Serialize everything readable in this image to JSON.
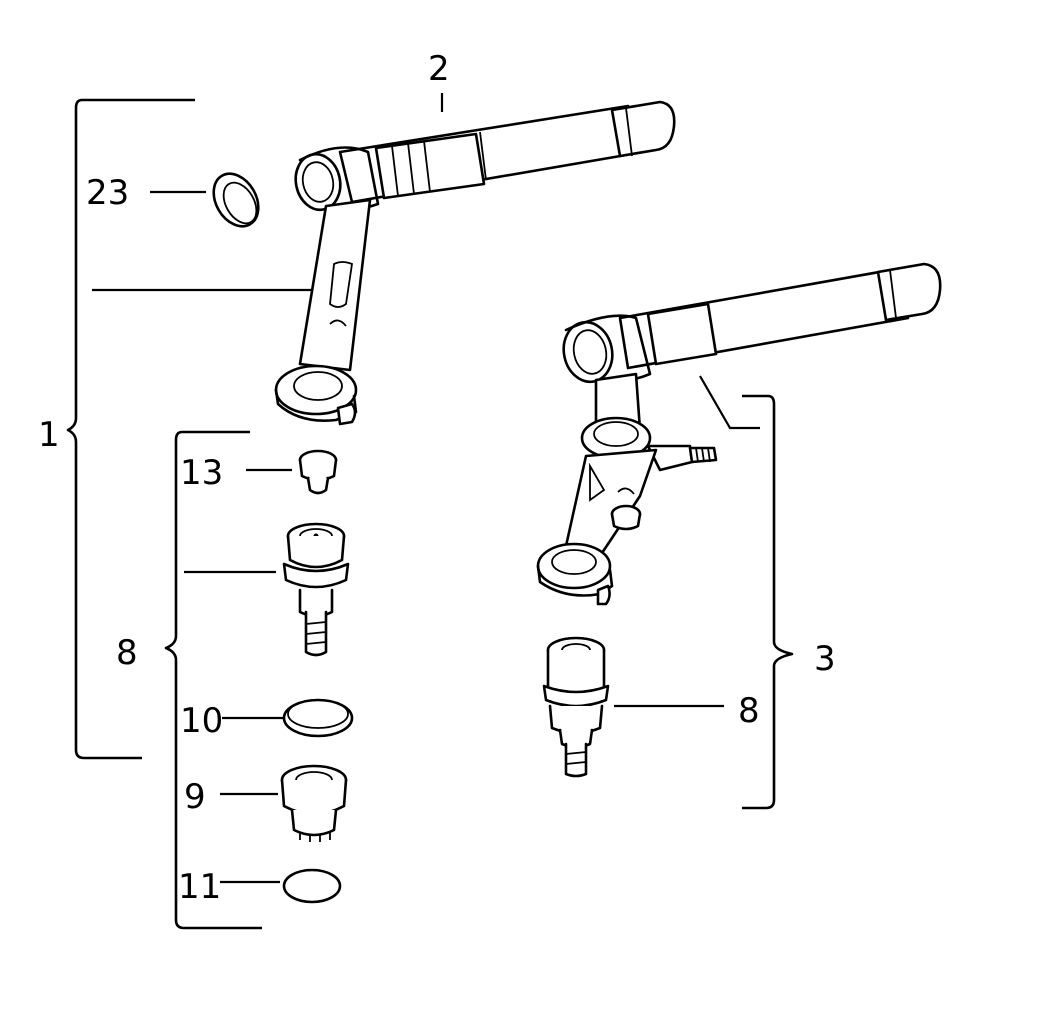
{
  "diagram": {
    "callouts": {
      "c1": "1",
      "c2": "2",
      "c3": "3",
      "c8_left": "8",
      "c8_right": "8",
      "c9": "9",
      "c10": "10",
      "c11": "11",
      "c13": "13",
      "c23": "23"
    },
    "colors": {
      "line": "#000000",
      "background": "#ffffff"
    }
  }
}
